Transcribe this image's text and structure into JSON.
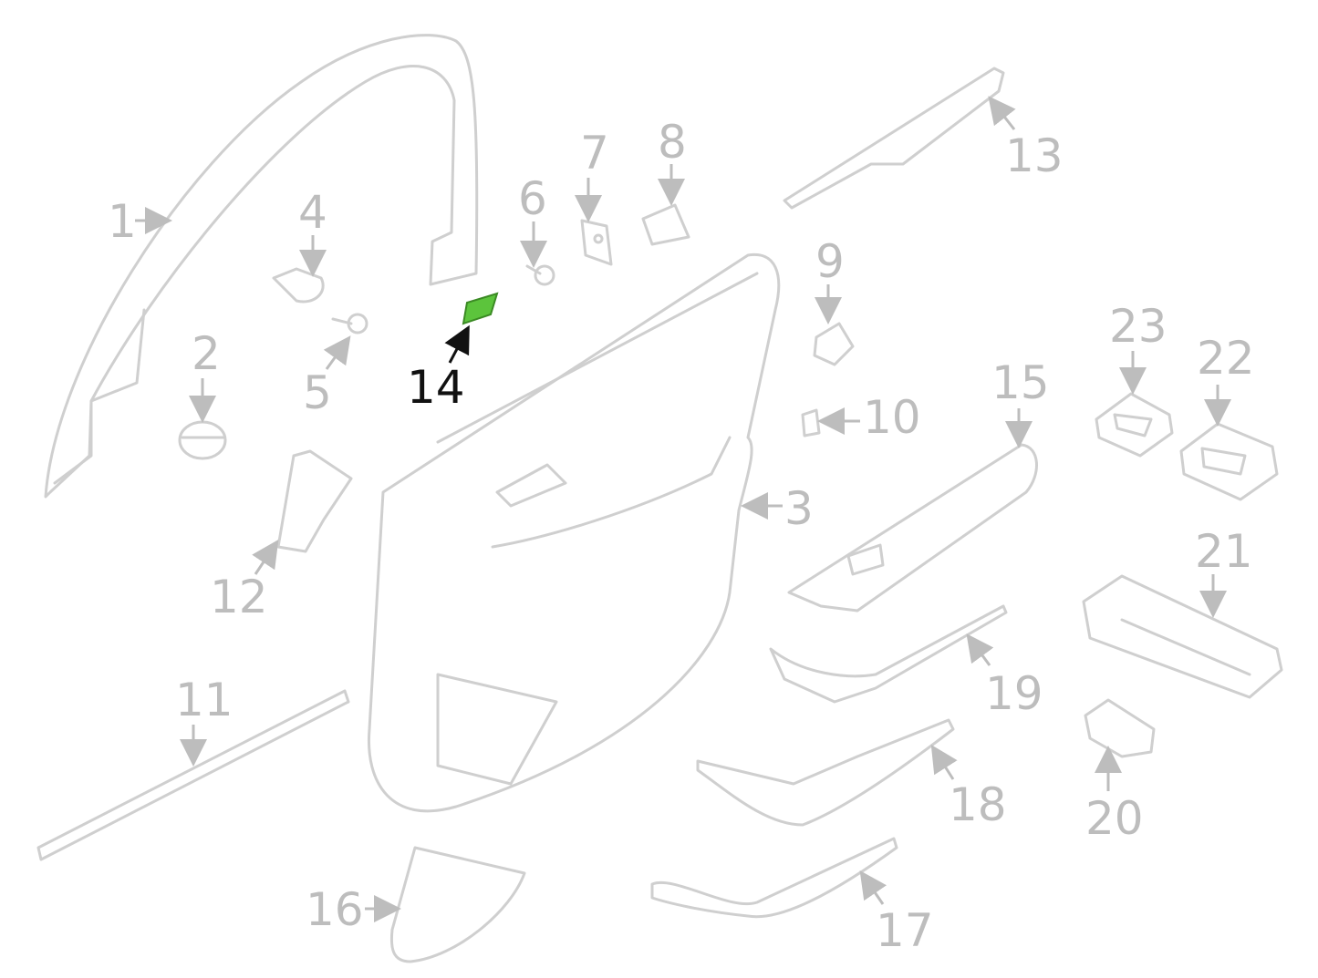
{
  "diagram": {
    "highlighted_part": "14",
    "colors": {
      "highlight": "#5cc43c",
      "outline": "#cfcfcf",
      "label": "#bdbdbd",
      "active_label": "#111111"
    },
    "labels": {
      "p1": "1",
      "p2": "2",
      "p3": "3",
      "p4": "4",
      "p5": "5",
      "p6": "6",
      "p7": "7",
      "p8": "8",
      "p9": "9",
      "p10": "10",
      "p11": "11",
      "p12": "12",
      "p13": "13",
      "p14": "14",
      "p15": "15",
      "p16": "16",
      "p17": "17",
      "p18": "18",
      "p19": "19",
      "p20": "20",
      "p21": "21",
      "p22": "22",
      "p23": "23"
    }
  }
}
